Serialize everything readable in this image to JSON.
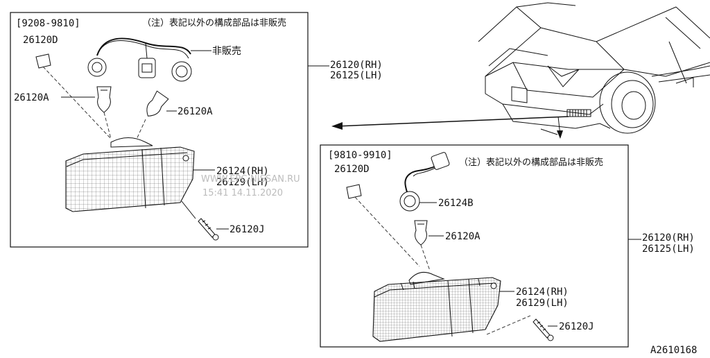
{
  "diagram_code": "A2610168",
  "watermark": {
    "line1": "WWW.EPC-NISSAN.RU",
    "line2": "15:41 14.11.2020"
  },
  "panel_early": {
    "date_range": "[9208-9810]",
    "note": "（注）表記以外の構成部品は非販売",
    "assembly_rh": "26120(RH)",
    "assembly_lh": "26125(LH)",
    "parts": {
      "bracket": "26120D",
      "harness_note": "非販売",
      "bulb_a1": "26120A",
      "bulb_a2": "26120A",
      "lens_rh": "26124(RH)",
      "lens_lh": "26129(LH)",
      "screw": "26120J"
    }
  },
  "panel_late": {
    "date_range": "[9810-9910]",
    "note": "（注）表記以外の構成部品は非販売",
    "assembly_rh": "26120(RH)",
    "assembly_lh": "26125(LH)",
    "parts": {
      "bracket": "26120D",
      "socket": "26124B",
      "bulb": "26120A",
      "lens_rh": "26124(RH)",
      "lens_lh": "26129(LH)",
      "screw": "26120J"
    }
  }
}
